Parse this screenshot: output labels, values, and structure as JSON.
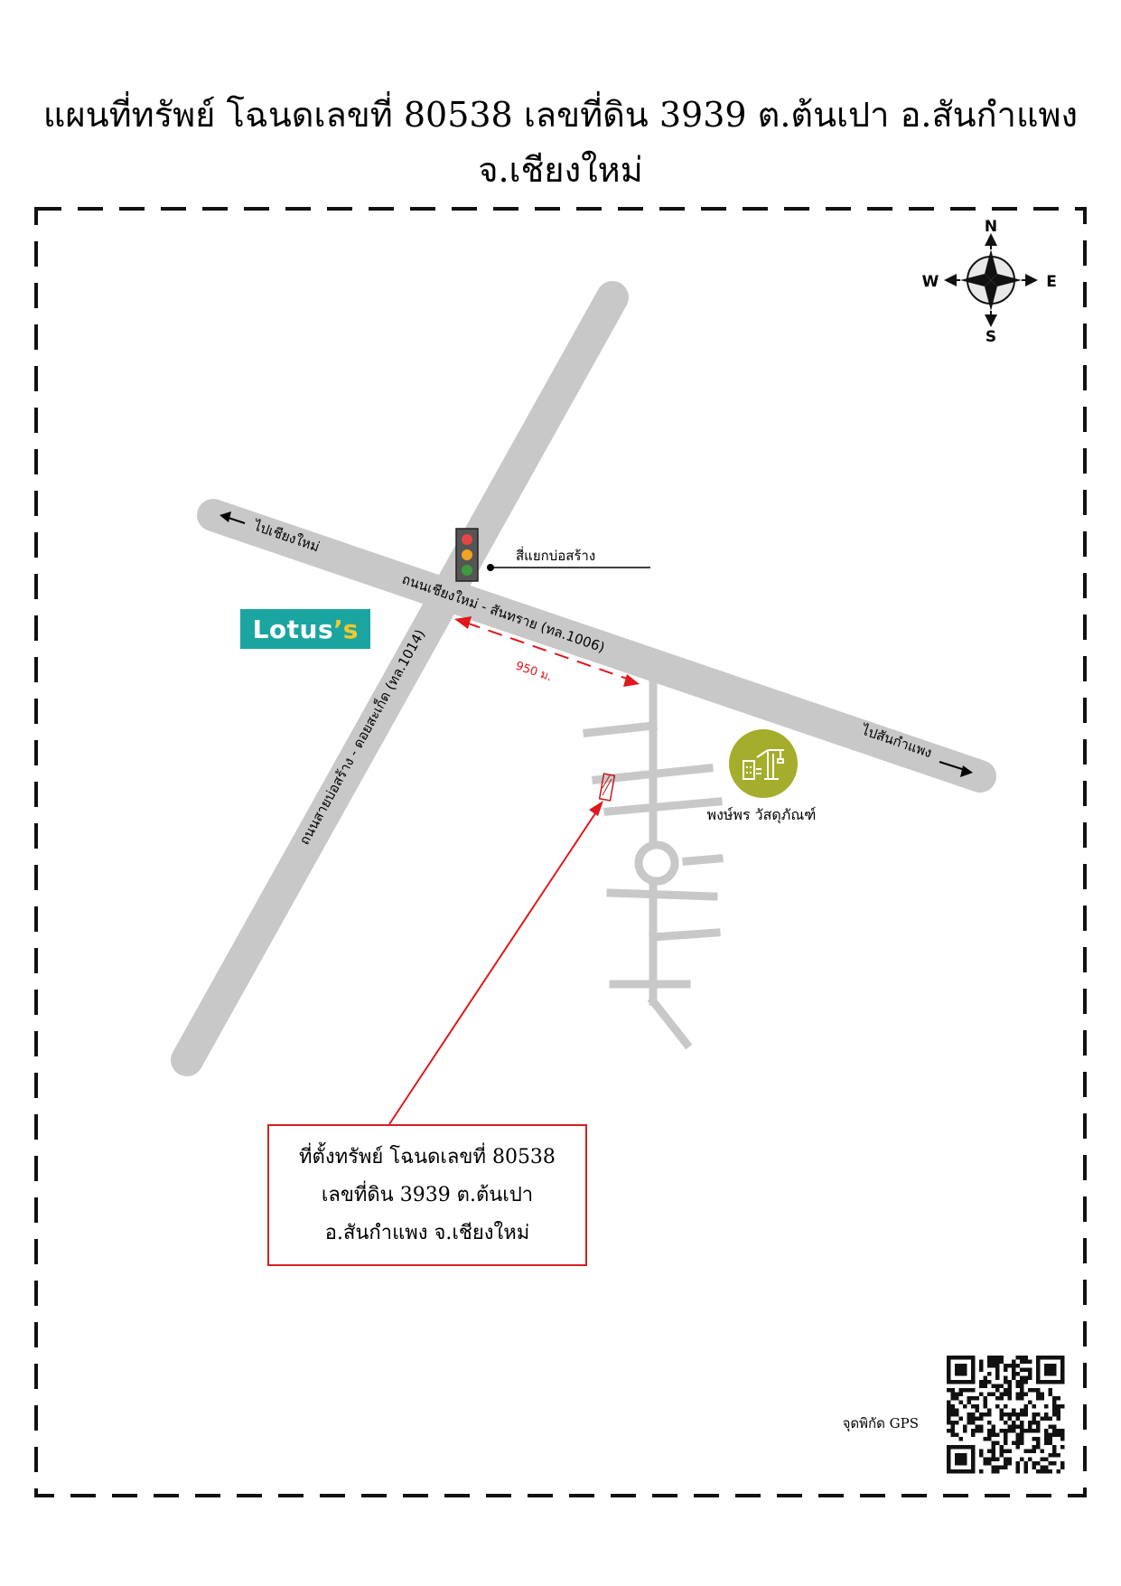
{
  "title": "แผนที่ทรัพย์ โฉนดเลขที่ 80538 เลขที่ดิน 3939 ต.ต้นเปา อ.สันกำแพง จ.เชียงใหม่",
  "compass": {
    "n": "N",
    "s": "S",
    "e": "E",
    "w": "W"
  },
  "roads": {
    "main_road_label": "ถนนเชียงใหม่ - สันทราย (ทล.1006)",
    "cross_road_label": "ถนนสายบ่อสร้าง - ดอยสะเก็ด (ทล.1014)",
    "to_chiangmai": "ไปเชียงใหม่",
    "to_sankamphaeng": "ไปสันกำแพง"
  },
  "landmarks": {
    "intersection": "สี่แยกบ่อสร้าง",
    "lotus_word": "Lotus",
    "lotus_suffix": "’s",
    "store": "พงษ์พร วัสดุภัณฑ์"
  },
  "distance_label": "950 ม.",
  "callout": {
    "line1": "ที่ตั้งทรัพย์ โฉนดเลขที่ 80538",
    "line2": "เลขที่ดิน 3939 ต.ต้นเปา",
    "line3": "อ.สันกำแพง จ.เชียงใหม่"
  },
  "gps_label": "จุดพิกัด GPS",
  "colors": {
    "road": "#c8c8c8",
    "accent_red": "#e0181b",
    "store_green": "#a5ad2c",
    "lotus_teal": "#1aa5a1",
    "lotus_yellow": "#f4c82a"
  }
}
